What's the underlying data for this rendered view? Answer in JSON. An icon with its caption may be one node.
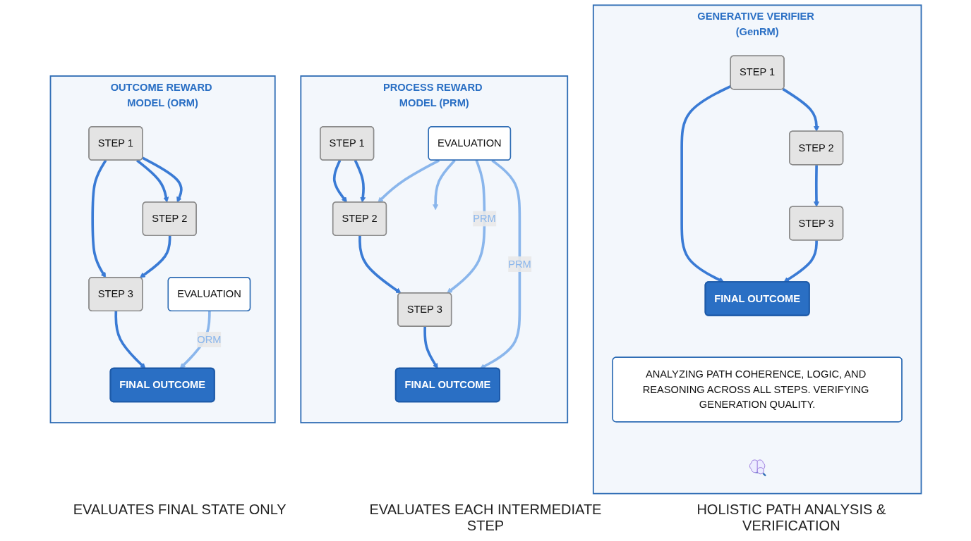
{
  "diagram": {
    "nodes": [
      {
        "text": [
          "OUTCOME REWARD MODEL (ORM)"
        ]
      },
      {
        "text": [
          "STEP 1"
        ],
        "in": 0
      },
      {
        "text": [
          "STEP 2"
        ],
        "in": 0
      },
      {
        "text": [
          "STEP 3"
        ],
        "in": 0
      },
      {
        "text": [
          "FINAL OUTCOME"
        ],
        "in": 0
      },
      {
        "text": [
          "EVALUATION"
        ],
        "in": 0
      },
      {
        "text": [
          "PROCESS REWARD MODEL (PRM)"
        ]
      },
      {
        "text": [
          "STEP 1"
        ],
        "in": 6
      },
      {
        "text": [
          "STEP 2"
        ],
        "in": 6
      },
      {
        "text": [
          "STEP 3"
        ],
        "in": 6
      },
      {
        "text": [
          "FINAL OUTCOME"
        ],
        "in": 6
      },
      {
        "text": [
          "EVALUATION"
        ],
        "in": 6
      },
      {
        "text": [
          "GENERATIVE VERIFIER (GenRM)"
        ]
      },
      {
        "text": [
          "STEP 1"
        ],
        "in": 12
      },
      {
        "text": [
          "STEP 2"
        ],
        "in": 12
      },
      {
        "text": [
          "STEP 3"
        ],
        "in": 12
      },
      {
        "text": [
          "FINAL OUTCOME"
        ],
        "in": 12
      },
      {
        "text": [
          "ANALYZING PATH COHERENCE, LOGIC, AND REASONING ACROSS ALL STEPS. VERIFYING GENERATION QUALITY."
        ],
        "in": 12
      },
      {
        "text": [],
        "shape": "picture",
        "in": 12
      }
    ],
    "edges": [
      {
        "from": 1,
        "to": 2,
        "arrow": "to"
      },
      {
        "from": 1,
        "to": 2,
        "arrow": "to"
      },
      {
        "from": 1,
        "to": 3,
        "arrow": "to"
      },
      {
        "from": 2,
        "to": 3,
        "arrow": "to"
      },
      {
        "from": 3,
        "to": 4,
        "arrow": "to"
      },
      {
        "from": 5,
        "to": 4,
        "arrow": "to",
        "label": "ORM",
        "color": "#8ab6ec"
      },
      {
        "from": 7,
        "to": 8,
        "arrow": "to"
      },
      {
        "from": 7,
        "to": 8,
        "arrow": "to"
      },
      {
        "from": 8,
        "to": 9,
        "arrow": "to"
      },
      {
        "from": 9,
        "to": 10,
        "arrow": "to"
      },
      {
        "from": 11,
        "to": null,
        "arrow": "to",
        "color": "#8ab6ec"
      },
      {
        "from": 11,
        "to": 8,
        "arrow": "to",
        "color": "#8ab6ec"
      },
      {
        "from": 11,
        "to": 9,
        "arrow": "to",
        "label": "PRM",
        "color": "#8ab6ec"
      },
      {
        "from": 11,
        "to": 10,
        "arrow": "to",
        "label": "PRM",
        "color": "#8ab6ec"
      },
      {
        "from": 13,
        "to": 14,
        "arrow": "to"
      },
      {
        "from": 13,
        "to": 16,
        "arrow": "to"
      },
      {
        "from": 14,
        "to": 15,
        "arrow": "to"
      },
      {
        "from": 15,
        "to": 16,
        "arrow": "to"
      }
    ],
    "labels": [
      "EVALUATES FINAL STATE ONLY",
      "EVALUATES EACH INTERMEDIATE STEP",
      "HOLISTIC PATH ANALYSIS & VERIFICATION"
    ]
  }
}
